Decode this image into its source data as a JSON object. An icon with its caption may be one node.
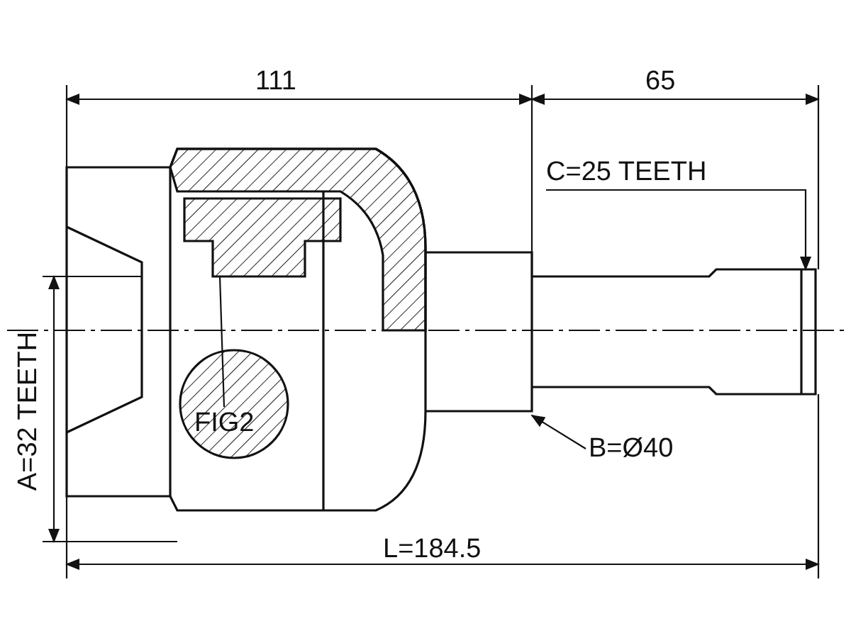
{
  "diagram": {
    "nodes": [
      {
        "text": [
          "C=25 TEETH"
        ]
      },
      {
        "text": [
          "B=Ø40"
        ]
      },
      {
        "text": [
          "FIG2"
        ]
      }
    ],
    "edges": [
      {
        "from": 0,
        "to": null,
        "arrow": "to"
      },
      {
        "from": 1,
        "to": null,
        "arrow": "to"
      },
      {
        "from": 2,
        "to": null,
        "arrow": "none"
      }
    ],
    "labels": [
      "111",
      "65",
      "A=32 TEETH",
      "L=184.5"
    ]
  }
}
